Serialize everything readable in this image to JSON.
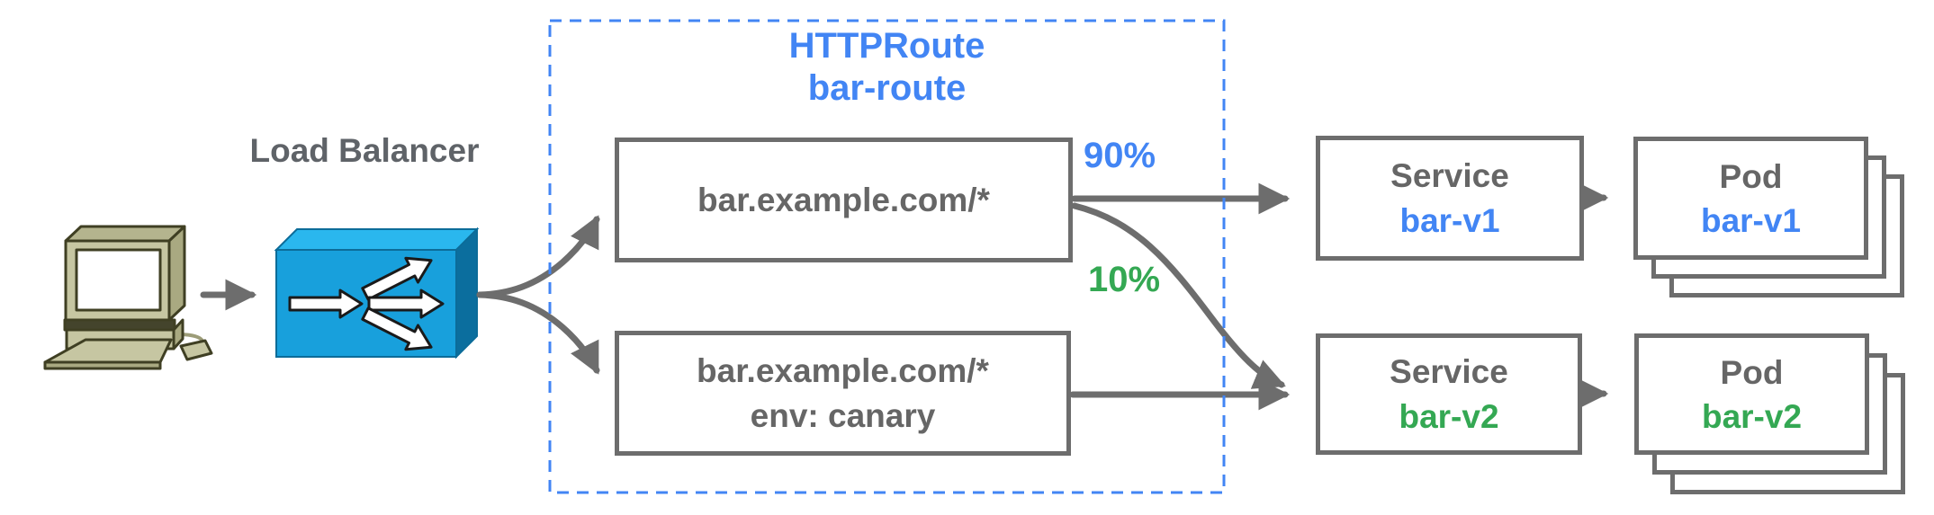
{
  "diagram": {
    "title_context": "Traffic splitting diagram",
    "client": {
      "icon": "desktop-computer-icon"
    },
    "load_balancer": {
      "label": "Load Balancer",
      "icon": "load-balancer-3d-box-icon"
    },
    "http_route": {
      "kind": "HTTPRoute",
      "name": "bar-route",
      "rules": [
        {
          "lines": [
            "bar.example.com/*"
          ]
        },
        {
          "lines": [
            "bar.example.com/*",
            "env: canary"
          ]
        }
      ]
    },
    "traffic_weights": [
      {
        "label": "90%",
        "color": "#4285f4",
        "from": "bar.example.com/*",
        "to": "Service bar-v1"
      },
      {
        "label": "10%",
        "color": "#34a853",
        "from": "bar.example.com/*",
        "to": "Service bar-v2"
      }
    ],
    "services": [
      {
        "kind": "Service",
        "name": "bar-v1",
        "name_color": "#4285f4"
      },
      {
        "kind": "Service",
        "name": "bar-v2",
        "name_color": "#34a853"
      }
    ],
    "pods": [
      {
        "kind": "Pod",
        "name": "bar-v1",
        "name_color": "#4285f4",
        "stacked_cards": 3
      },
      {
        "kind": "Pod",
        "name": "bar-v2",
        "name_color": "#34a853",
        "stacked_cards": 3
      }
    ],
    "colors": {
      "accent_blue": "#4285f4",
      "accent_green": "#34a853",
      "line_gray": "#6d6d6d",
      "text_gray": "#666666",
      "dashed_boundary_blue": "#4285f4",
      "lb_front_blue": "#18a0dc",
      "lb_top_blue": "#2ab7ee",
      "lb_side_blue": "#0b6e9e",
      "computer_beige": "#c6c6a2"
    }
  }
}
